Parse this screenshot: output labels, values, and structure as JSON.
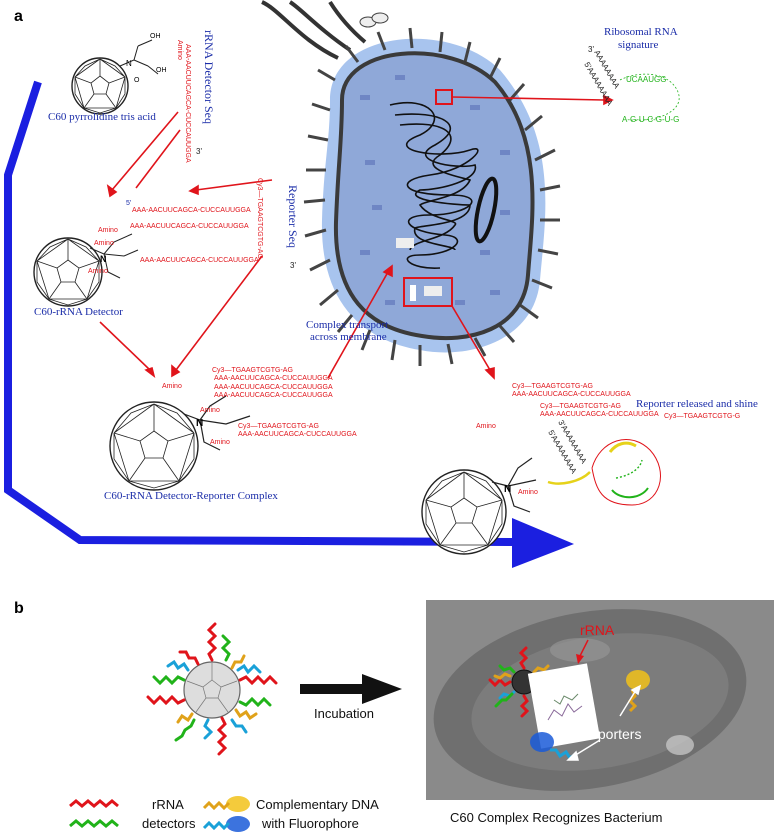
{
  "panel_a": {
    "letter": "a",
    "labels": {
      "c60_acid": "C60 pyrrolidine tris acid",
      "rrna_detector_seq": "rRNA Detector Seq",
      "ribosomal_signature_1": "Ribosomal RNA",
      "ribosomal_signature_2": "signature",
      "reporter_seq": "Reporter Seq",
      "c60_detector": "C60-rRNA Detector",
      "complex_transport_1": "Complex transport",
      "complex_transport_2": "across membrane",
      "reporter_released": "Reporter released and shine",
      "complex_label": "C60-rRNA Detector-Reporter Complex"
    },
    "sequences": {
      "detector": "AAA-AACUUCAGCA-CUCCAUUGGA",
      "reporter": "Cy3—TGAAGTCGTG-AG",
      "reporter_released": "Cy3—TGAAGTCGTG-G",
      "amino": "Amino",
      "five_prime": "5'",
      "three_prime": "3'",
      "rrna_stem": "3'AAAAAAAA",
      "rrna_stem2": "5'AAAAAAAA",
      "loop": "UCAAUGG"
    }
  },
  "panel_b": {
    "letter": "b",
    "incubation": "Incubation",
    "rrna_tag": "rRNA",
    "reporters": "Reporters",
    "legend": {
      "rrna_detectors_1": "rRNA",
      "rrna_detectors_2": "detectors",
      "comp_dna_1": "Complementary DNA",
      "comp_dna_2": "with Fluorophore"
    },
    "caption": "C60 Complex Recognizes Bacterium"
  },
  "colors": {
    "arrow_blue": "#1b1fe0",
    "label_blue": "#1a2ca8",
    "seq_red": "#e0141b",
    "cell_blue": "#a8c4ee",
    "cell_inner": "#8fa8d8"
  }
}
